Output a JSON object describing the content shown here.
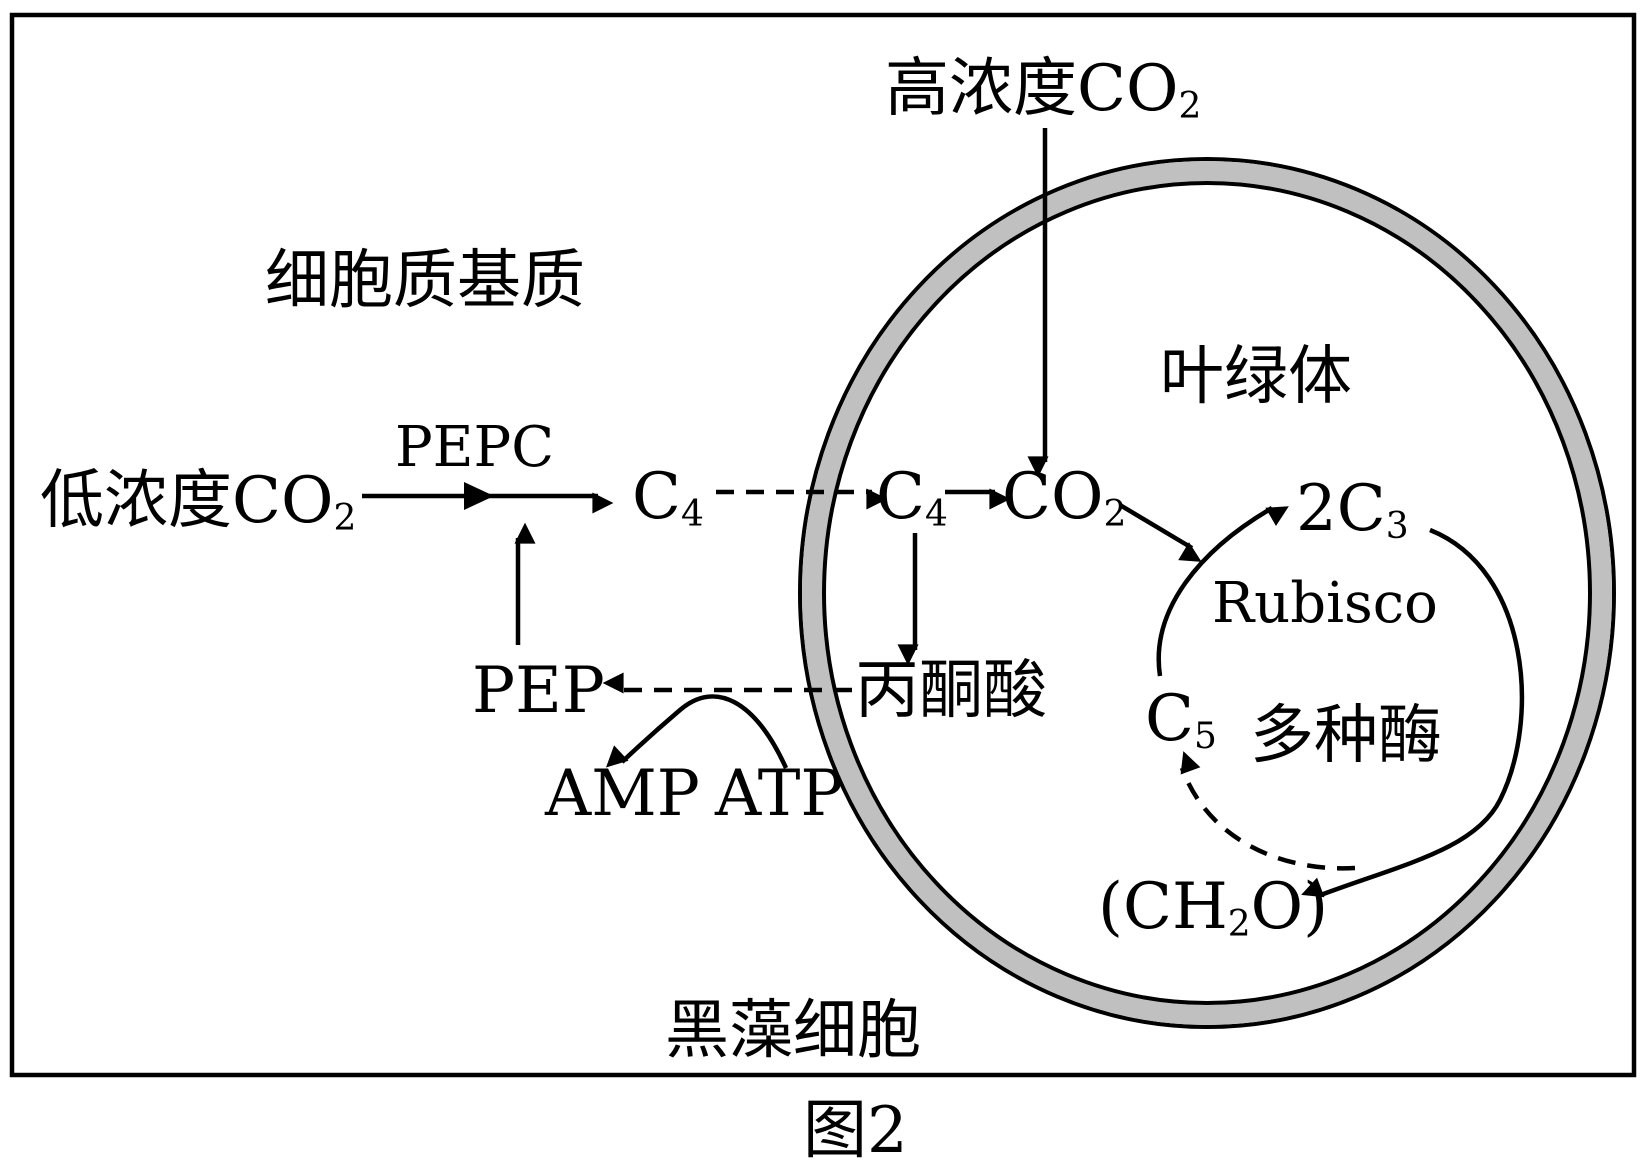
{
  "figure": {
    "caption": "图2"
  },
  "regions": {
    "cell": "黑藻细胞",
    "cytoplasm": "细胞质基质",
    "chloroplast": "叶绿体"
  },
  "molecules": {
    "low_co2": "低浓度CO",
    "high_co2": "高浓度CO",
    "co2": "CO",
    "co2_sub": "2",
    "c4_base": "C",
    "c4_sub": "4",
    "c3_base": "2C",
    "c3_sub": "3",
    "c5_base": "C",
    "c5_sub": "5",
    "pep": "PEP",
    "pyruvate": "丙酮酸",
    "amp": "AMP",
    "atp": "ATP",
    "ch2o_open": "(CH",
    "ch2o_sub": "2",
    "ch2o_close": "O)"
  },
  "enzymes": {
    "pepc": "PEPC",
    "rubisco": "Rubisco",
    "multiple": "多种酶"
  },
  "colors": {
    "membrane_fill": "#c0c0c0",
    "stroke": "#000000",
    "background": "#ffffff"
  }
}
